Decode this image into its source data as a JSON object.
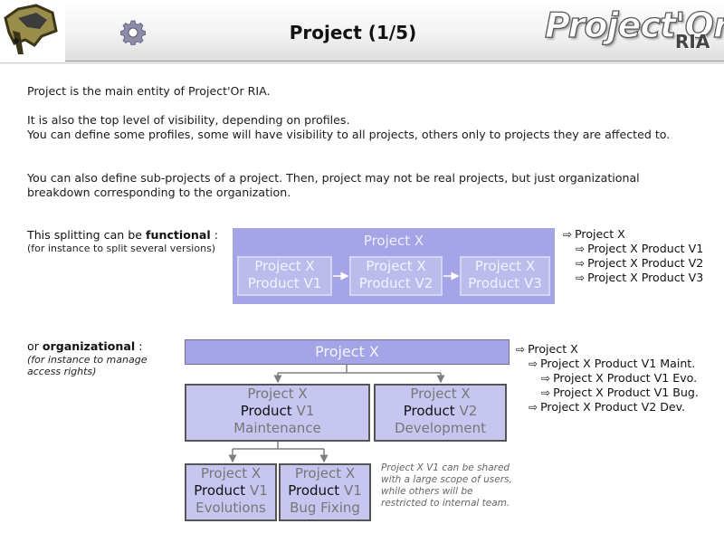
{
  "header": {
    "title": "Project (1/5)",
    "brand_main": "Project'Or",
    "brand_sub": "RIA",
    "icons": {
      "logo": "logo-icon",
      "settings": "gear-icon"
    }
  },
  "intro": {
    "p1": "Project is the main entity of Project'Or RIA.",
    "p2a": "It is also the top level of visibility, depending on profiles.",
    "p2b": "You can define some profiles, some will have visibility to all projects, others only to projects they are affected to.",
    "p3": "You can also define sub-projects of a project. Then, project may not be real projects, but just organizational breakdown corresponding to the organization."
  },
  "functional": {
    "label_prefix": "This splitting can be ",
    "label_bold": "functional",
    "label_suffix": " :",
    "note": "(for instance to split several versions)",
    "root": "Project X",
    "v1_a": "Project X",
    "v1_b": "Product V1",
    "v2_a": "Project X",
    "v2_b": "Product V2",
    "v3_a": "Project X",
    "v3_b": "Product V3",
    "tree": [
      "Project X",
      "Project X Product V1",
      "Project X Product V2",
      "Project X Product V3"
    ]
  },
  "organizational": {
    "label_prefix": "or ",
    "label_bold": "organizational",
    "label_suffix": " :",
    "note_1": "(for instance to manage",
    "note_2": "access rights)",
    "root": "Project X",
    "maint": {
      "l1": "Project X",
      "l2a": "Product ",
      "l2b": "V1",
      "l3": "Maintenance"
    },
    "dev": {
      "l1": "Project X",
      "l2a": "Product ",
      "l2b": "V2",
      "l3": "Development"
    },
    "evo": {
      "l1": "Project X",
      "l2a": "Product ",
      "l2b": "V1",
      "l3": "Evolutions"
    },
    "bug": {
      "l1": "Project X",
      "l2a": "Product ",
      "l2b": "V1",
      "l3": "Bug Fixing"
    },
    "tree": [
      "Project X",
      "Project X Product V1 Maint.",
      "Project X Product V1 Evo.",
      "Project X Product V1 Bug.",
      "Project X Product V2 Dev."
    ],
    "side_note": "Project X V1 can be shared with a large scope of users, while others will be restricted to internal team."
  },
  "colors": {
    "box_dark": "#a4a4e6",
    "box_light": "#c6c6f0",
    "arrow": "#7f7f7f"
  }
}
